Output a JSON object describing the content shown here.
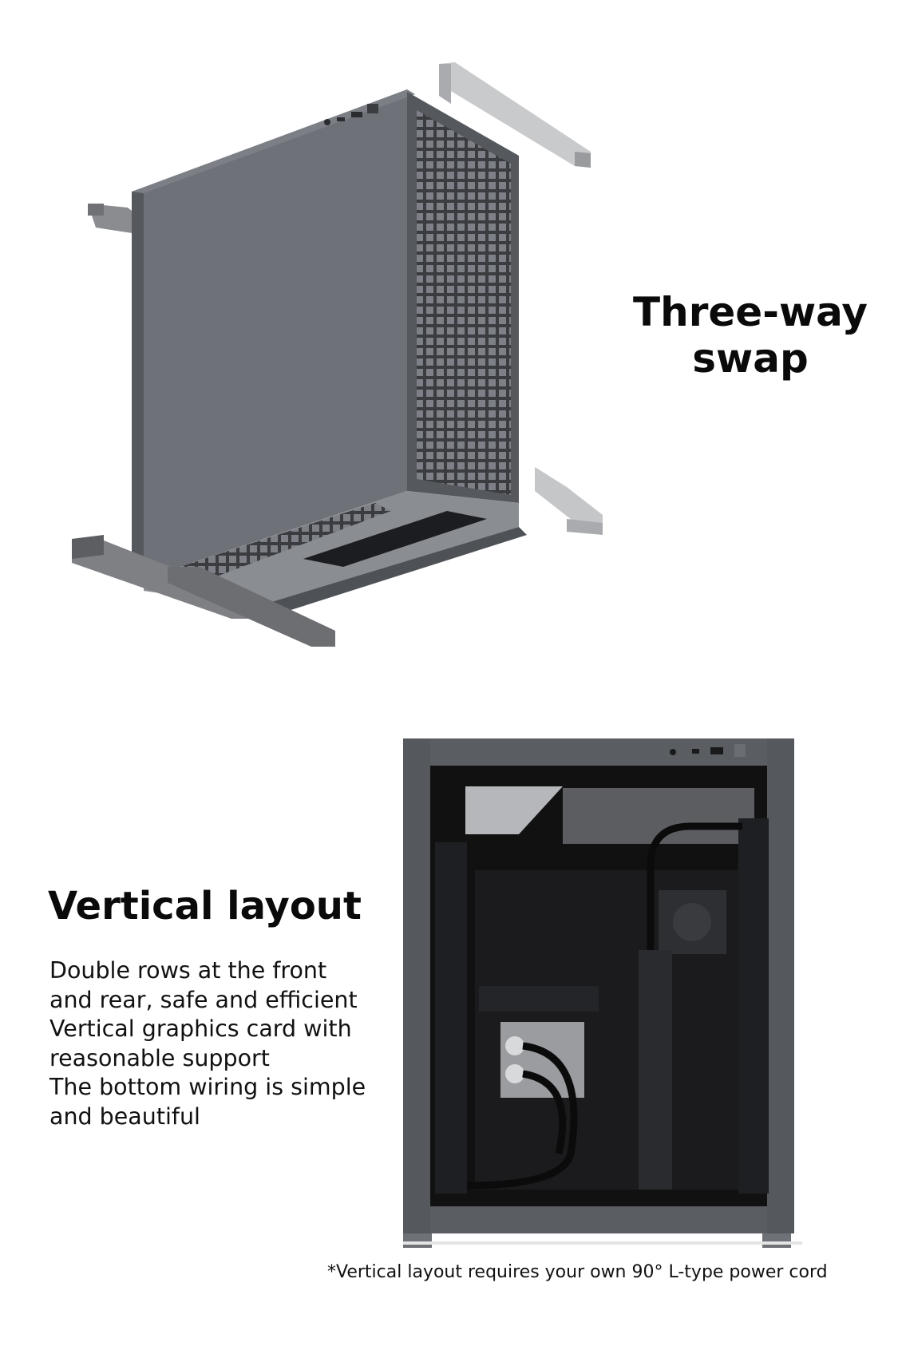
{
  "section_top": {
    "heading_lines": [
      "Three-way",
      "swap"
    ]
  },
  "section_bottom": {
    "heading": "Vertical layout",
    "features": [
      "Double rows at the front",
      "and rear, safe and efficient",
      "Vertical graphics card with",
      "reasonable support",
      "The bottom wiring is simple",
      "and beautiful"
    ],
    "footnote": "*Vertical layout requires your own 90° L-type power cord"
  },
  "colors": {
    "case_gray": "#6e7177",
    "case_dark": "#4e5156",
    "interior": "#111111",
    "bracket": "#b5b7ba"
  },
  "icons": [
    "case-exploded-illustration",
    "case-vertical-layout-illustration"
  ]
}
